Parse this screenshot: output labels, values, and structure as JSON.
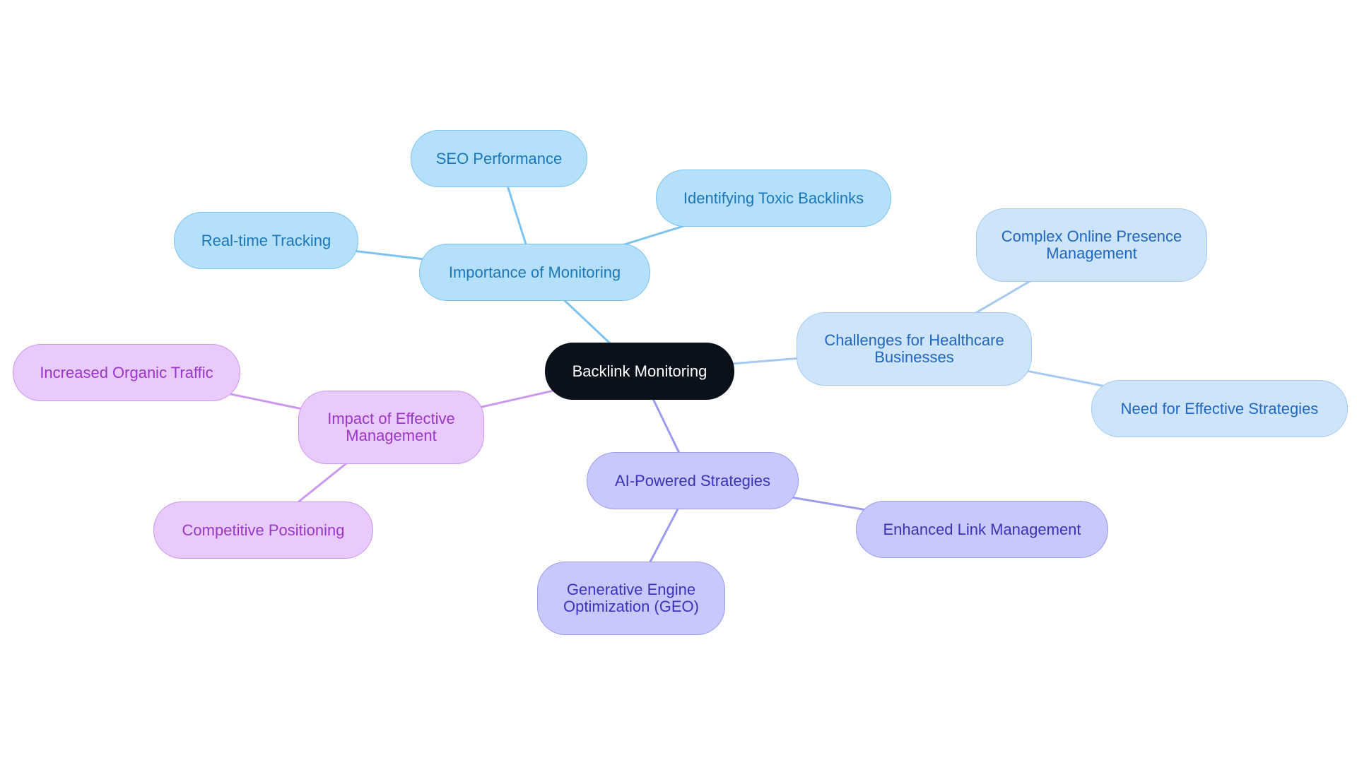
{
  "diagram": {
    "type": "mind-map",
    "root": {
      "id": "root",
      "label": "Backlink Monitoring"
    },
    "branches": [
      {
        "id": "monitoring",
        "label": "Importance of Monitoring",
        "color": "#7cc3f0",
        "children": [
          {
            "id": "seo",
            "label": "SEO Performance"
          },
          {
            "id": "toxic",
            "label": "Identifying Toxic Backlinks"
          },
          {
            "id": "realtime",
            "label": "Real-time Tracking"
          }
        ]
      },
      {
        "id": "challenges",
        "label": "Challenges for Healthcare Businesses",
        "color": "#a5c9f0",
        "children": [
          {
            "id": "complex",
            "label": "Complex Online Presence Management"
          },
          {
            "id": "need",
            "label": "Need for Effective Strategies"
          }
        ]
      },
      {
        "id": "ai",
        "label": "AI-Powered Strategies",
        "color": "#9b9bf0",
        "children": [
          {
            "id": "enhanced",
            "label": "Enhanced Link Management"
          },
          {
            "id": "geo",
            "label": "Generative Engine Optimization (GEO)"
          }
        ]
      },
      {
        "id": "impact",
        "label": "Impact of Effective Management",
        "color": "#cc98ee",
        "children": [
          {
            "id": "organic",
            "label": "Increased Organic Traffic"
          },
          {
            "id": "competitive",
            "label": "Competitive Positioning"
          }
        ]
      }
    ]
  }
}
